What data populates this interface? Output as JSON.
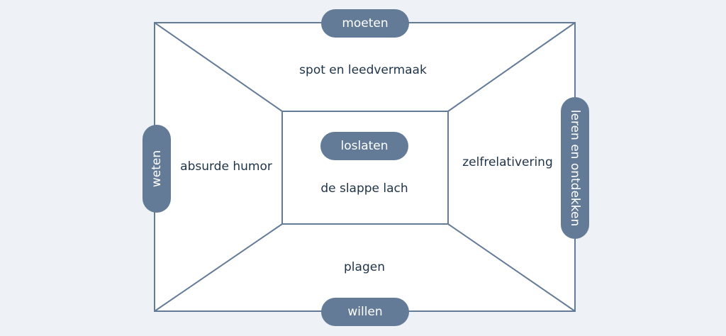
{
  "edges": {
    "top": "moeten",
    "bottom": "willen",
    "left": "weten",
    "right": "leren en ontdekken"
  },
  "zones": {
    "top": "spot en leedvermaak",
    "left": "absurde humor",
    "right": "zelfrelativering",
    "bottom": "plagen",
    "center": "de slappe lach"
  },
  "center_pill": "loslaten",
  "colors": {
    "background": "#eef1f5",
    "panel": "#ffffff",
    "stroke": "#647b98",
    "pill": "#647b98",
    "text": "#1f3347"
  }
}
